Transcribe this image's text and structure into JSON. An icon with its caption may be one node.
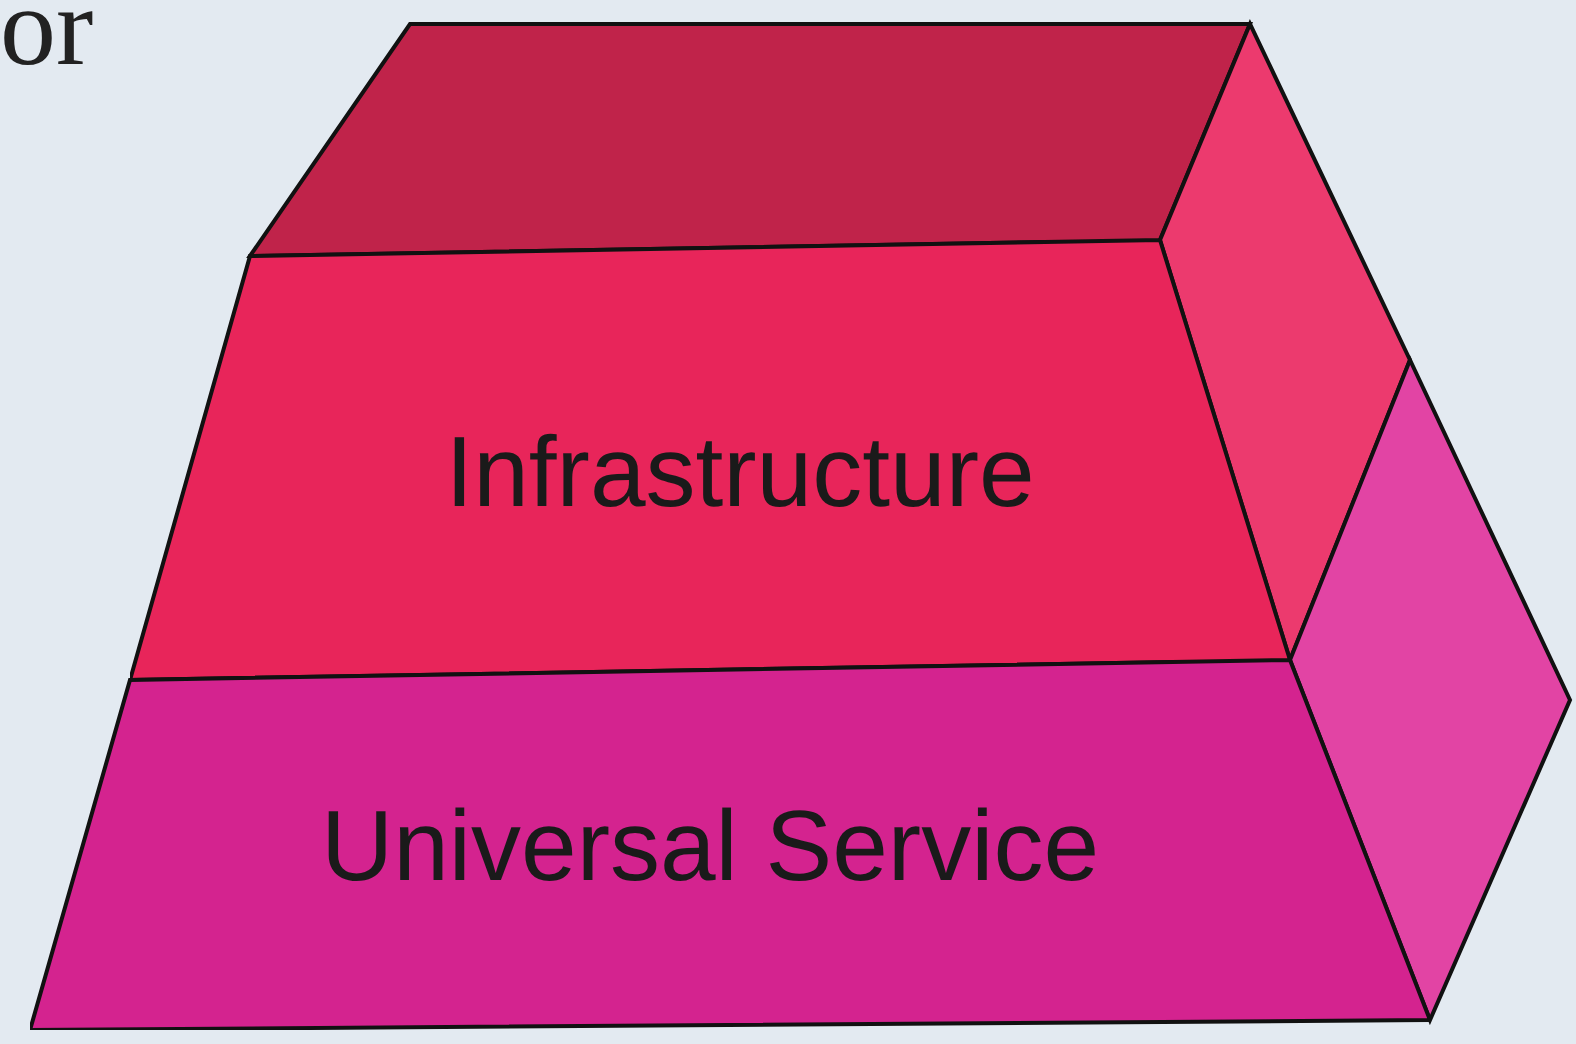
{
  "diagram": {
    "nodes": [
      {
        "text": [
          "Infrastructure"
        ]
      },
      {
        "text": [
          "Universal Service"
        ]
      }
    ],
    "labels": [
      "or"
    ]
  }
}
